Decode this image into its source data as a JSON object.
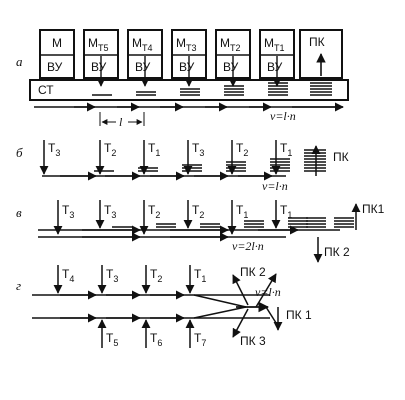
{
  "rows": {
    "a": "а",
    "b": "б",
    "v": "в",
    "g": "г"
  },
  "row_a": {
    "machines": [
      {
        "top": "М",
        "bottom": "ВУ"
      },
      {
        "top": "М",
        "sub": "Т5",
        "bottom": "ВУ"
      },
      {
        "top": "М",
        "sub": "Т4",
        "bottom": "ВУ"
      },
      {
        "top": "М",
        "sub": "Т3",
        "bottom": "ВУ"
      },
      {
        "top": "М",
        "sub": "Т2",
        "bottom": "ВУ"
      },
      {
        "top": "М",
        "sub": "Т1",
        "bottom": "ВУ"
      }
    ],
    "pk": "ПК",
    "conveyor": "СТ",
    "pitch": "l",
    "formula": "v=l·n"
  },
  "row_b": {
    "ops": [
      "Т3",
      "Т2",
      "Т1",
      "Т3",
      "Т2",
      "Т1"
    ],
    "pk": "ПК",
    "formula": "v=l·n"
  },
  "row_v": {
    "ops": [
      "Т3",
      "Т3",
      "Т2",
      "Т2",
      "Т1",
      "Т1"
    ],
    "pk1": "ПК1",
    "pk2": "ПК 2",
    "formula": "v=2l·n"
  },
  "row_g": {
    "top_ops": [
      "Т4",
      "Т3",
      "Т2",
      "Т1"
    ],
    "bottom_ops": [
      "Т5",
      "Т6",
      "Т7"
    ],
    "pk1": "ПК 1",
    "pk2": "ПК 2",
    "pk3": "ПК 3",
    "formula": "v=l·n"
  }
}
